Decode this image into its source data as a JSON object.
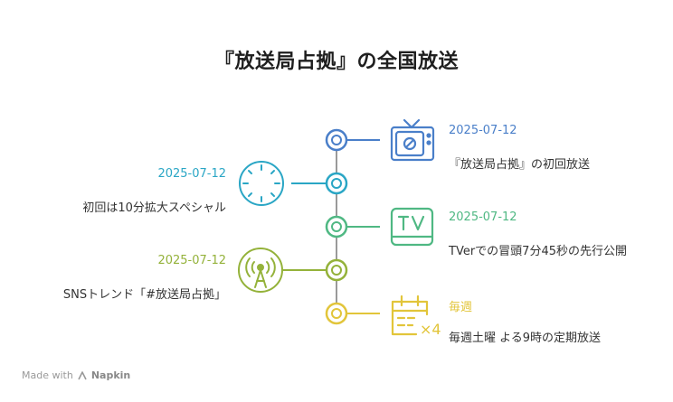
{
  "title": "『放送局占拠』の全国放送",
  "colors": {
    "blue": "#4a7fc9",
    "cyan": "#2aa6c5",
    "green": "#4fb883",
    "olive": "#94b23a",
    "yellow": "#e2c53a",
    "line": "#9a9a9a"
  },
  "events": [
    {
      "date": "2025-07-12",
      "text": "『放送局占拠』の初回放送",
      "icon": "tv-icon"
    },
    {
      "date": "2025-07-12",
      "text": "初回は10分拡大スペシャル",
      "icon": "clock-icon"
    },
    {
      "date": "2025-07-12",
      "text": "TVerでの冒頭7分45秒の先行公開",
      "icon": "tver-icon"
    },
    {
      "date": "2025-07-12",
      "text": "SNSトレンド「#放送局占拠」",
      "icon": "broadcast-tower-icon"
    },
    {
      "date": "毎週",
      "text": "毎週土曜 よる9時の定期放送",
      "icon": "calendar-repeat-icon"
    }
  ],
  "footer": {
    "made_with": "Made with",
    "brand": "Napkin"
  }
}
